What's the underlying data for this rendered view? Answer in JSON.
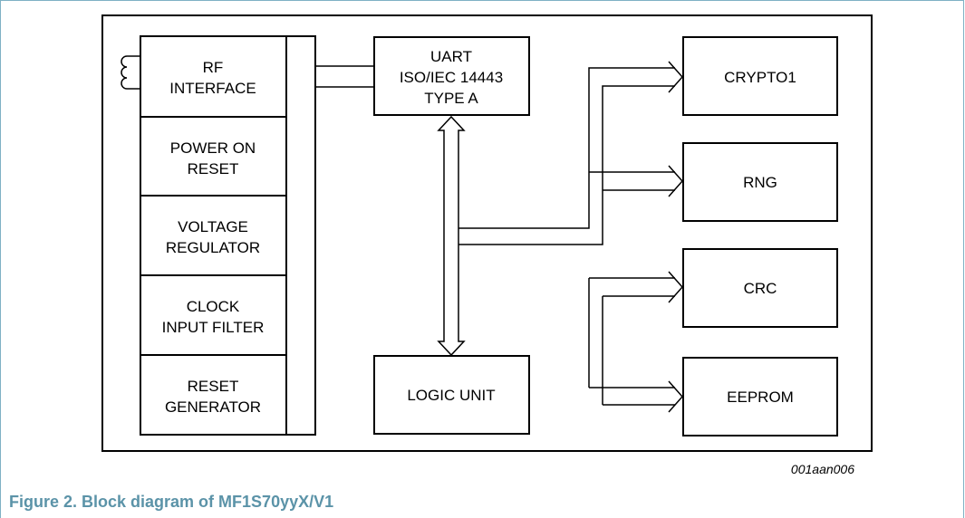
{
  "diagram": {
    "blocks": {
      "rf_interface": [
        "RF",
        "INTERFACE"
      ],
      "power_on_reset": [
        "POWER ON",
        "RESET"
      ],
      "voltage_regulator": [
        "VOLTAGE",
        "REGULATOR"
      ],
      "clock_input_filter": [
        "CLOCK",
        "INPUT FILTER"
      ],
      "reset_generator": [
        "RESET",
        "GENERATOR"
      ],
      "uart": [
        "UART",
        "ISO/IEC 14443",
        "TYPE A"
      ],
      "logic_unit": [
        "LOGIC UNIT"
      ],
      "crypto1": [
        "CRYPTO1"
      ],
      "rng": [
        "RNG"
      ],
      "crc": [
        "CRC"
      ],
      "eeprom": [
        "EEPROM"
      ]
    },
    "reference_code": "001aan006"
  },
  "caption": "Figure 2.  Block diagram of MF1S70yyX/V1"
}
